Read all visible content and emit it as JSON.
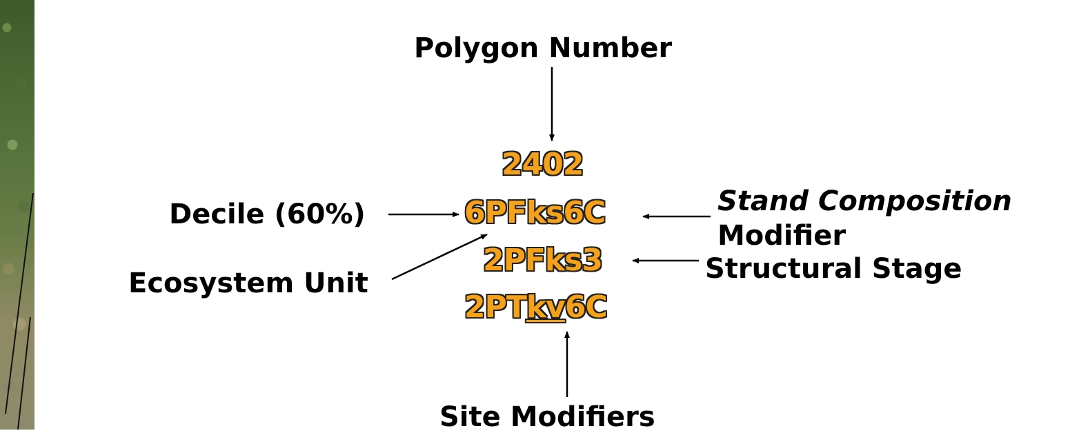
{
  "labels": {
    "polygon_number": "Polygon Number",
    "decile": "Decile (60%)",
    "ecosystem_unit": "Ecosystem Unit",
    "stand_composition_line1": "Stand Composition",
    "stand_composition_line2": "Modifier",
    "structural_stage": "Structural Stage",
    "site_modifiers": "Site Modifiers"
  },
  "codes": {
    "line1": "2402",
    "line2": "6PFks6C",
    "line3": "2PFks3",
    "line4_prefix": "2PT",
    "line4_underlined": "kv",
    "line4_suffix": "6C"
  },
  "colors": {
    "code_fill": "#f6a11a",
    "code_outline": "#222222",
    "arrow": "#000000"
  }
}
